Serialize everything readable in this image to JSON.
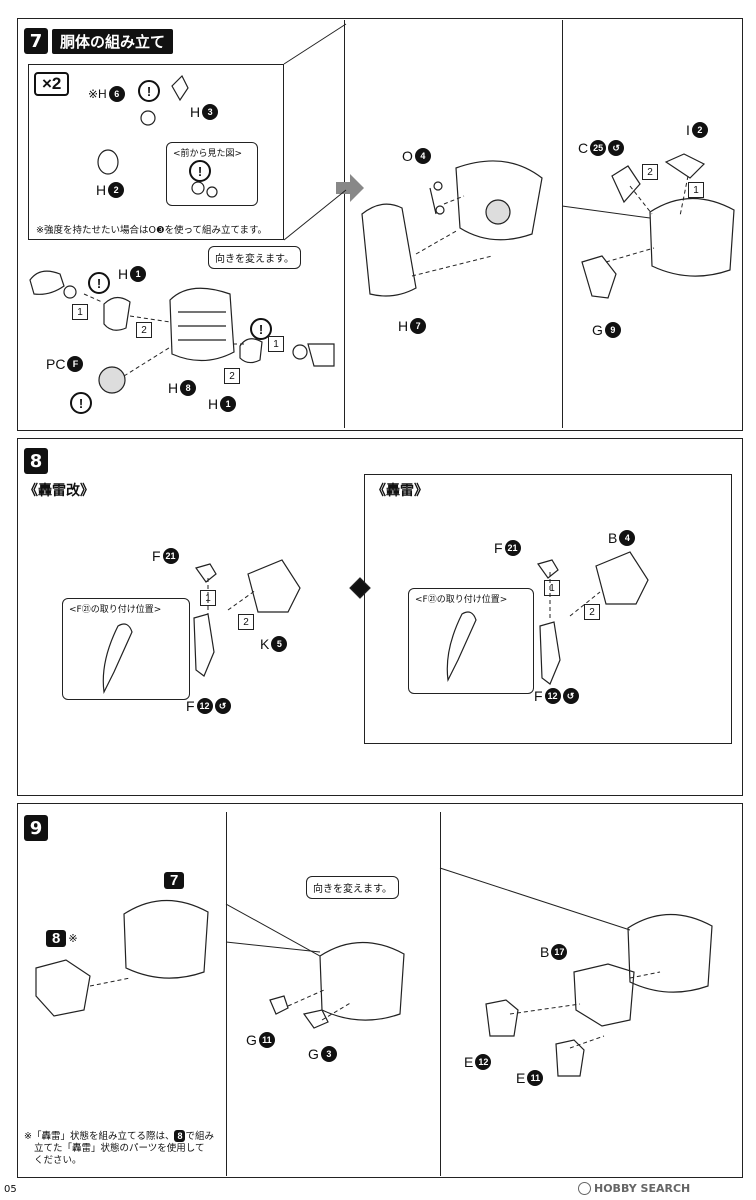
{
  "step7": {
    "num": "7",
    "title": "胴体の組み立て",
    "multiplier": "×2",
    "note_mark": "※H",
    "front_view": "<前から見た図>",
    "strength_note": "※強度を持たせたい場合はO❸を使って組み立てます。",
    "change_direction": "向きを変えます。",
    "labels": {
      "h6": "6",
      "h3": "3",
      "h2": "2",
      "h1a": "1",
      "h8": "8",
      "h1b": "1",
      "pcf": "F",
      "o4": "4",
      "h7": "7",
      "c25": "25",
      "i2": "2",
      "g9": "9"
    },
    "letters": {
      "H": "H",
      "PC": "PC",
      "O": "O",
      "C": "C",
      "I": "I",
      "G": "G"
    },
    "steps": {
      "s1": "1",
      "s2": "2"
    }
  },
  "step8": {
    "num": "8",
    "left_title": "《轟雷改》",
    "right_title": "《轟雷》",
    "position_callout": "<F㉑の取り付け位置>",
    "labels": {
      "f21": "21",
      "k5": "5",
      "f12": "12",
      "b4": "4"
    },
    "letters": {
      "F": "F",
      "K": "K",
      "B": "B"
    }
  },
  "step9": {
    "num": "9",
    "ref7": "7",
    "ref8": "8",
    "ref8_mark": "※",
    "change_direction": "向きを変えます。",
    "labels": {
      "g11": "11",
      "g3": "3",
      "b17": "17",
      "e12": "12",
      "e11": "11"
    },
    "letters": {
      "G": "G",
      "B": "B",
      "E": "E"
    },
    "footnote1": "※「轟雷」状態を組み立てる際は、",
    "footnote_ref": "8",
    "footnote2": "で組み",
    "footnote3": "立てた「轟雷」状態のパーツを使用して",
    "footnote4": "ください。"
  },
  "footer": {
    "page": "05",
    "watermark": "HOBBY SEARCH"
  }
}
